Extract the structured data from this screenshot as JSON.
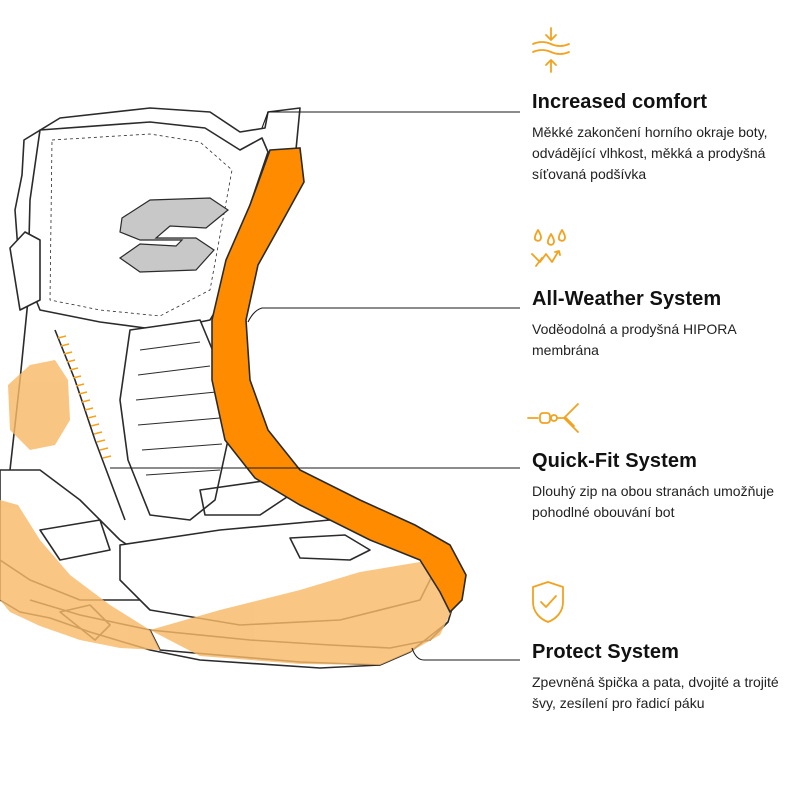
{
  "colors": {
    "accent_orange": "#FF8C00",
    "light_orange": "#F8B968",
    "icon_orange": "#F4A21E",
    "outline": "#2B2B2B",
    "logo_gray": "#C8C8C8",
    "background": "#FFFFFF"
  },
  "features": [
    {
      "icon": "compress-arrows-icon",
      "title": "Increased comfort",
      "description": "Měkké zakončení horního okraje boty, odvádějící vlhkost, měkká a prodyšná síťovaná podšívka"
    },
    {
      "icon": "water-drops-icon",
      "title": "All-Weather System",
      "description": "Voděodolná a prodyšná HIPORA membrána"
    },
    {
      "icon": "zip-icon",
      "title": "Quick-Fit System",
      "description": "Dlouhý zip na obou stranách umožňuje pohodlné obouvání bot"
    },
    {
      "icon": "shield-check-icon",
      "title": "Protect System",
      "description": "Zpevněná špička a pata, dvojité a trojité švy, zesílení pro řadicí páku"
    }
  ]
}
